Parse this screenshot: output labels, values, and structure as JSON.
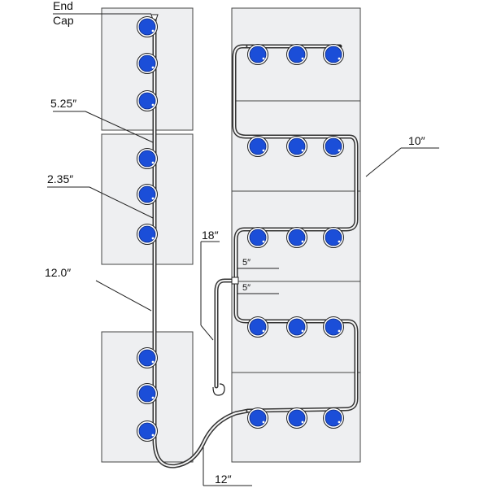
{
  "labels": {
    "end_cap_line1": "End",
    "end_cap_line2": "Cap",
    "spacing_top": "5.25″",
    "spacing_mid": "2.35″",
    "tubing_length": "12.0″",
    "feed_length": "18″",
    "spacing_right": "10″",
    "branch_upper": "5″",
    "branch_lower": "5″",
    "bottom_length": "12″"
  },
  "colors": {
    "emitter": "#1b4ed8",
    "panel": "#eeeff1"
  }
}
